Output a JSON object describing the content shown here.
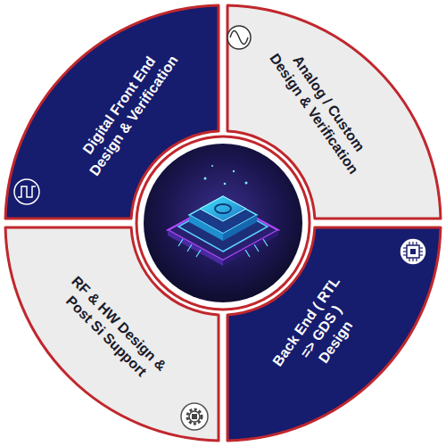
{
  "diagram": {
    "nodes": [
      {
        "text": [
          "Digital Front End Design & Verification"
        ]
      },
      {
        "text": [
          "Analog / Custom Design & Verification"
        ]
      },
      {
        "text": [
          "RF & HW Design & Post Si Support"
        ]
      },
      {
        "text": [
          "Back End ( RTL => GDS ) Design"
        ]
      }
    ]
  }
}
